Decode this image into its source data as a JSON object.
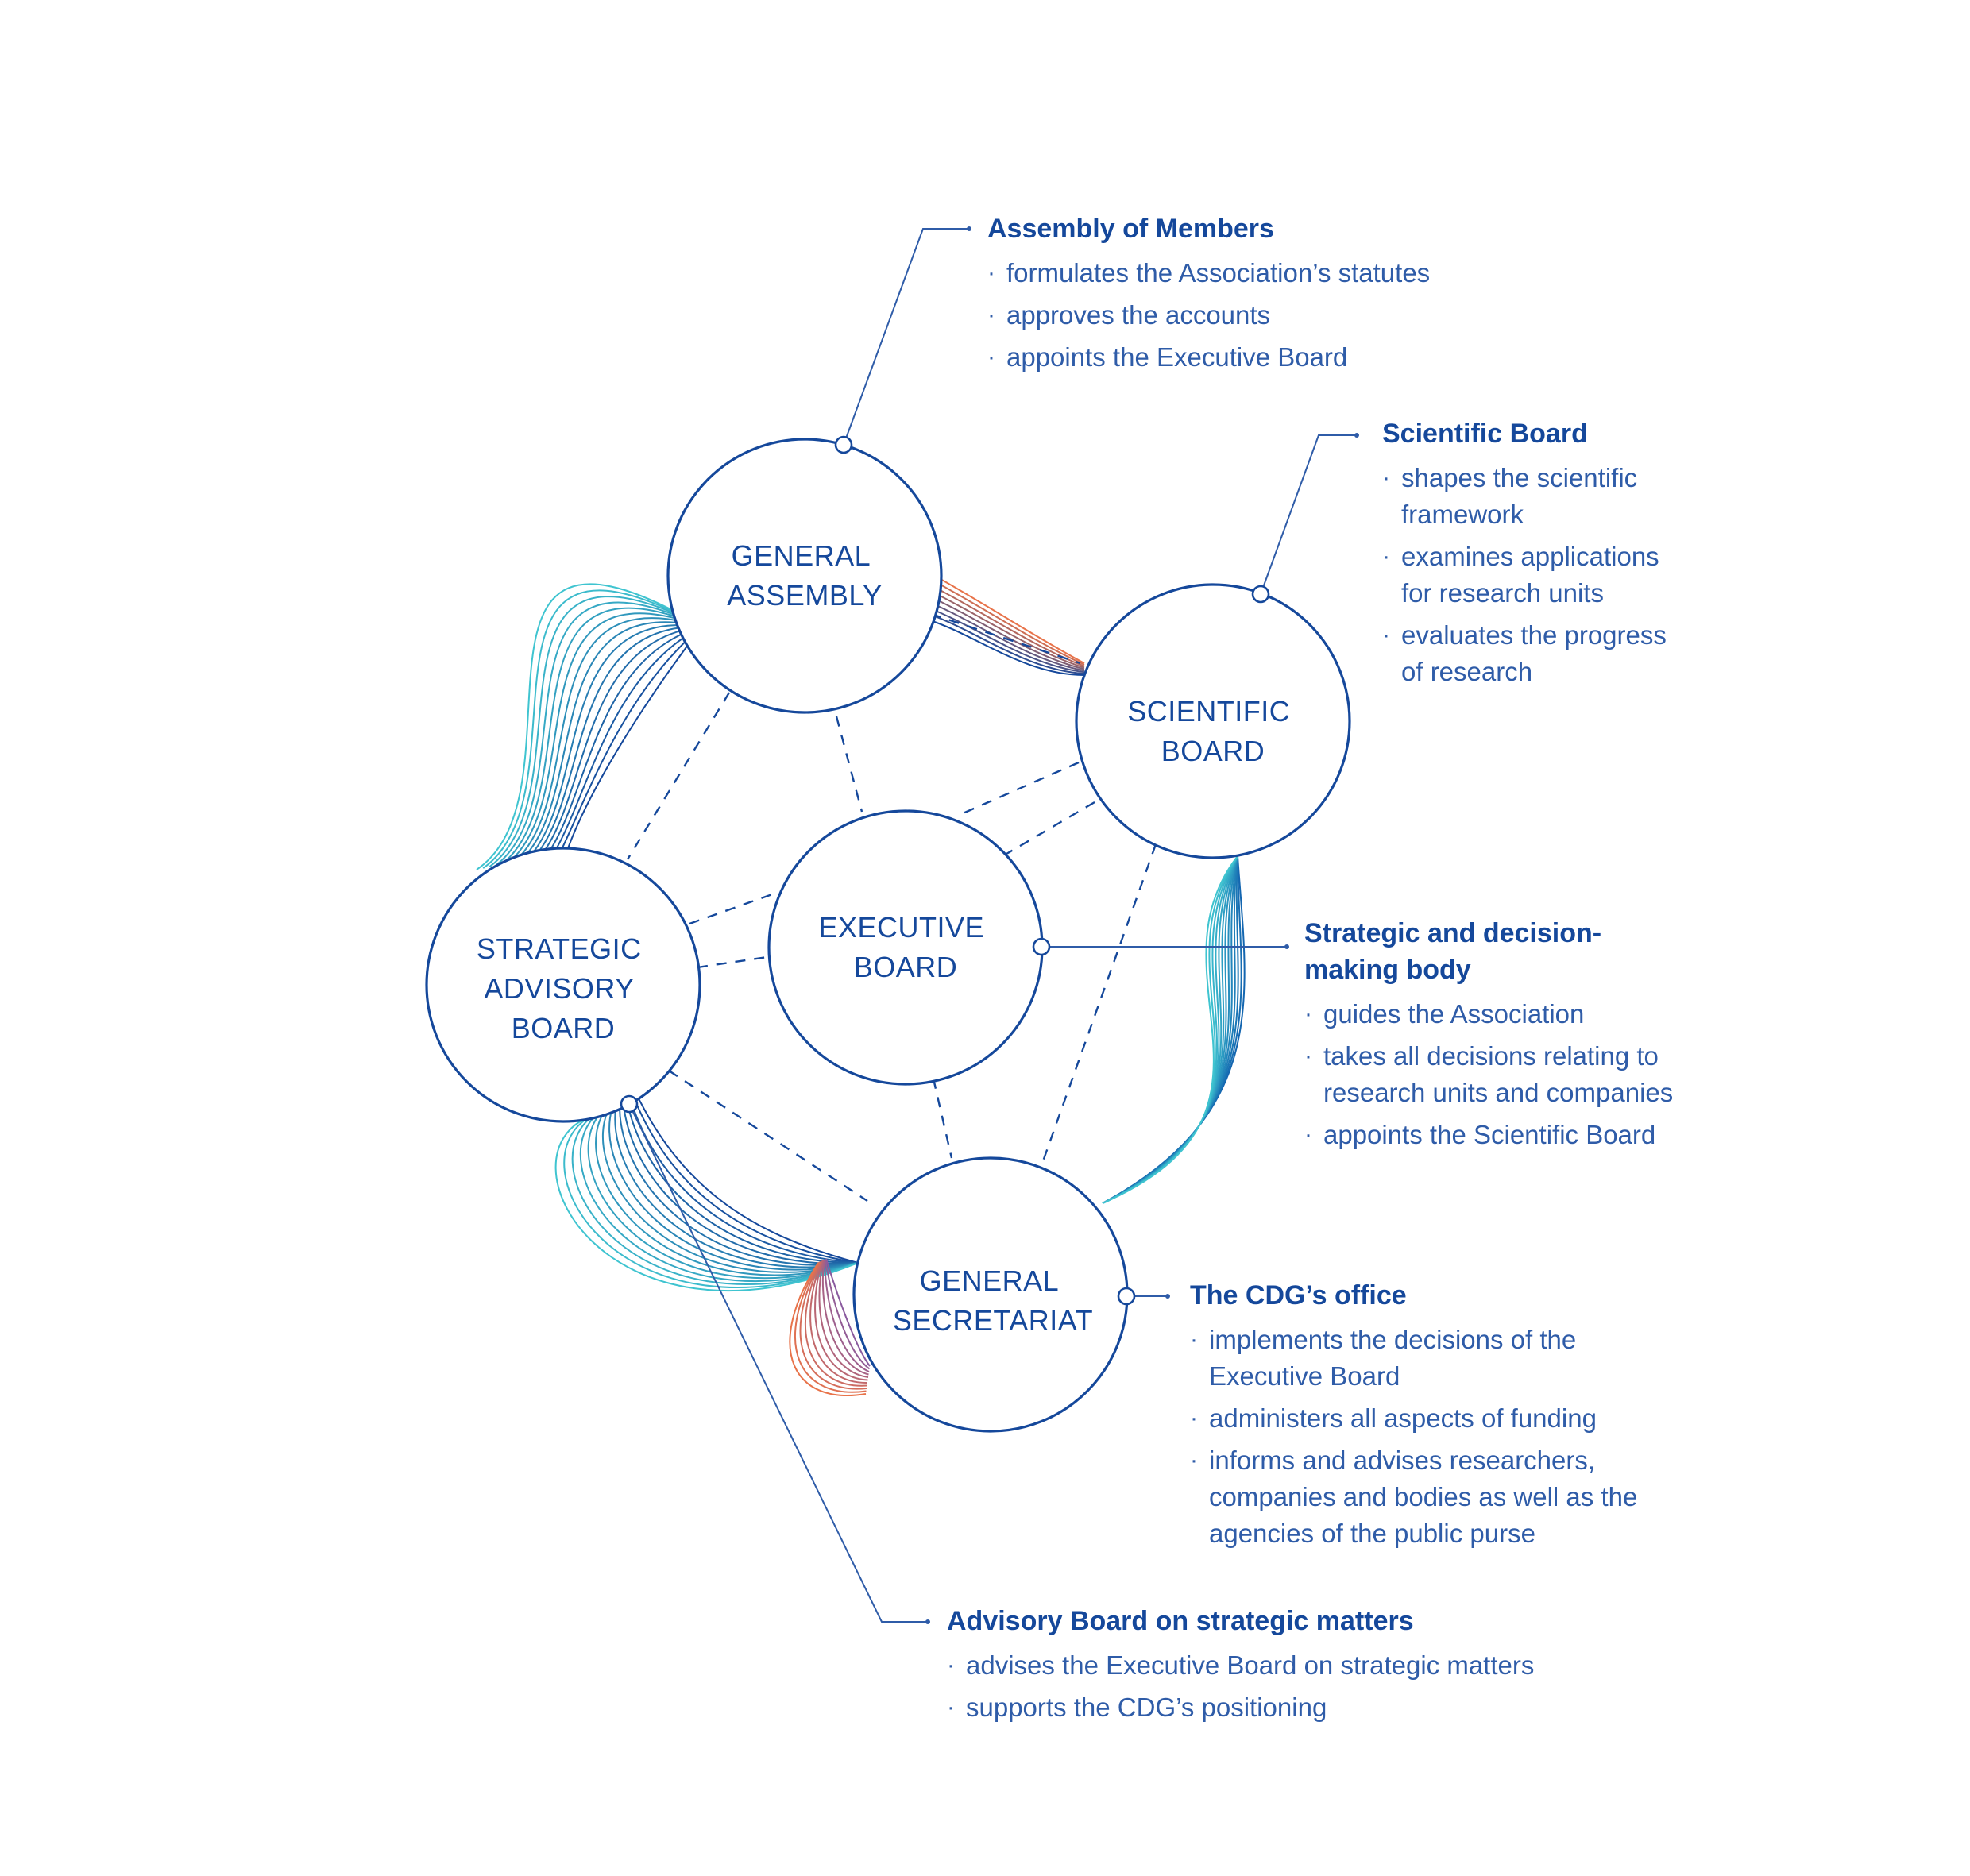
{
  "nodes": {
    "general_assembly": [
      "GENERAL",
      "ASSEMBLY"
    ],
    "scientific_board": [
      "SCIENTIFIC",
      "BOARD"
    ],
    "executive_board": [
      "EXECUTIVE",
      "BOARD"
    ],
    "strategic_advisory_board": [
      "STRATEGIC",
      "ADVISORY",
      "BOARD"
    ],
    "general_secretariat": [
      "GENERAL",
      "SECRETARIAT"
    ]
  },
  "panels": {
    "assembly": {
      "title": "Assembly of Members",
      "items": [
        "formulates the Association’s statutes",
        "approves the accounts",
        "appoints the Executive Board"
      ]
    },
    "scientific": {
      "title": "Scientific Board",
      "items": [
        "shapes the scientific framework",
        "examines applications for research units",
        "evaluates the progress of research"
      ]
    },
    "executive": {
      "title": "Strategic and decision-making body",
      "items": [
        "guides the Association",
        "takes all decisions relating to research units and companies",
        "appoints the Scientific Board"
      ]
    },
    "secretariat": {
      "title": "The CDG’s office",
      "items": [
        "implements the decisions of the Executive Board",
        "administers all aspects of funding",
        "informs and advises researchers, companies and bodies as well as the agencies of the public purse"
      ]
    },
    "advisory": {
      "title": "Advisory Board on strategic matters",
      "items": [
        "advises the Executive Board on strategic matters",
        "supports the CDG’s positioning"
      ]
    }
  },
  "colors": {
    "primary": "#15489b",
    "text": "#2f5ca8",
    "wave_cyan": "#3fc4d0",
    "wave_purple": "#8a5a9e",
    "wave_orange": "#e8734a",
    "wave_blue": "#1466b0"
  }
}
